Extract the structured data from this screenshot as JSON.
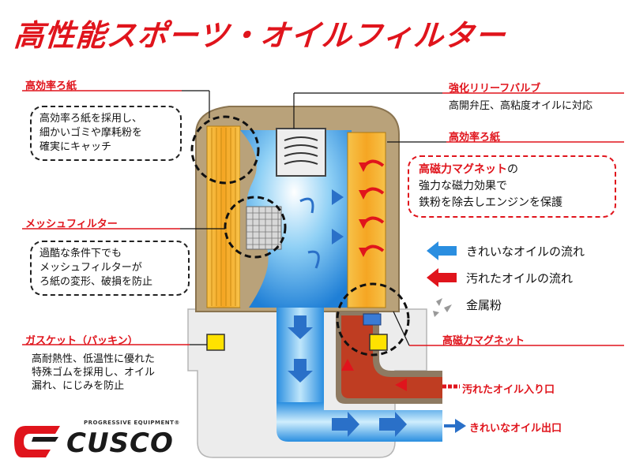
{
  "title": "高性能スポーツ・オイルフィルター",
  "left": {
    "filter_paper": {
      "label": "高効率ろ紙",
      "lines": [
        "高効率ろ紙を採用し、",
        "細かいゴミや摩耗粉を",
        "確実にキャッチ"
      ]
    },
    "mesh": {
      "label": "メッシュフィルター",
      "lines": [
        "過酷な条件下でも",
        "メッシュフィルターが",
        "ろ紙の変形、破損を防止"
      ]
    },
    "gasket": {
      "label": "ガスケット（パッキン）",
      "lines": [
        "高耐熱性、低温性に優れた",
        "特殊ゴムを採用し、オイル",
        "漏れ、にじみを防止"
      ]
    }
  },
  "right": {
    "relief_valve": {
      "label": "強化リリーフバルブ",
      "desc": "高開弁圧、高粘度オイルに対応"
    },
    "filter_paper_label": "高効率ろ紙",
    "magnet_box": {
      "highlight": "高磁力マグネット",
      "suffix": "の",
      "lines": [
        "強力な磁力効果で",
        "鉄粉を除去しエンジンを保護"
      ]
    },
    "magnet_label": "高磁力マグネット"
  },
  "legend": {
    "clean_flow": "きれいなオイルの流れ",
    "dirty_flow": "汚れたオイルの流れ",
    "metal_powder": "金属粉"
  },
  "ports": {
    "dirty_inlet": "汚れたオイル入り口",
    "clean_outlet": "きれいなオイル出口"
  },
  "logo": {
    "tagline": "PROGRESSIVE EQUIPMENT®",
    "word": "CUSCO"
  },
  "colors": {
    "accent_red": "#e0141c",
    "clean_blue": "#2a8ee0",
    "paper_orange": "#f5a623",
    "shell_brown": "#b9a27a"
  }
}
